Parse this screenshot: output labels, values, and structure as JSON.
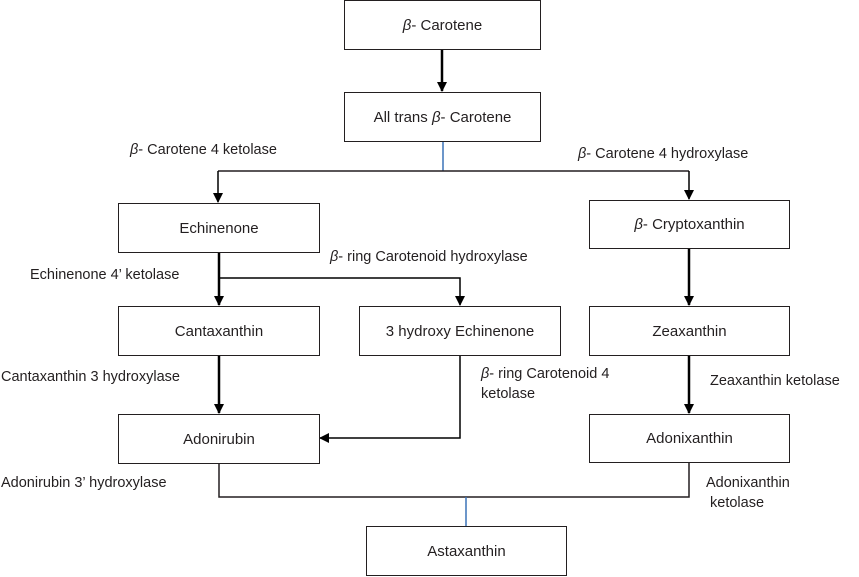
{
  "nodes": {
    "beta_carotene": {
      "greek": "β",
      "text": "- Carotene"
    },
    "all_trans": {
      "prefix": "All trans ",
      "greek": "β",
      "text": "- Carotene"
    },
    "echinenone": {
      "text": "Echinenone"
    },
    "cryptoxanthin": {
      "greek": "β",
      "text": "- Cryptoxanthin"
    },
    "cantaxanthin": {
      "text": "Cantaxanthin"
    },
    "hydroxy_echinenone": {
      "text": "3 hydroxy Echinenone"
    },
    "zeaxanthin": {
      "text": "Zeaxanthin"
    },
    "adonirubin": {
      "text": "Adonirubin"
    },
    "adonixanthin": {
      "text": "Adonixanthin"
    },
    "astaxanthin": {
      "text": "Astaxanthin"
    }
  },
  "enzymes": {
    "carotene_ketolase": {
      "greek": "β",
      "text": "- Carotene 4 ketolase"
    },
    "carotene_hydroxylase": {
      "greek": "β",
      "text": "- Carotene 4 hydroxylase"
    },
    "echinenone_ketolase": {
      "text": "Echinenone 4’ ketolase"
    },
    "ring_hydroxylase": {
      "greek": "β",
      "text": "- ring Carotenoid hydroxylase"
    },
    "cantaxanthin_hydroxylase": {
      "text": "Cantaxanthin 3 hydroxylase"
    },
    "ring_ketolase": {
      "greek": "β",
      "line1": "- ring Carotenoid 4",
      "line2": "ketolase"
    },
    "zeaxanthin_ketolase": {
      "text": "Zeaxanthin ketolase"
    },
    "adonirubin_hydroxylase": {
      "text": "Adonirubin 3’ hydroxylase"
    },
    "adonixanthin_ketolase": {
      "line1": "Adonixanthin",
      "line2": "ketolase"
    }
  },
  "colors": {
    "line": "#000000",
    "accent_line": "#3b73b9",
    "border": "#231f20"
  }
}
